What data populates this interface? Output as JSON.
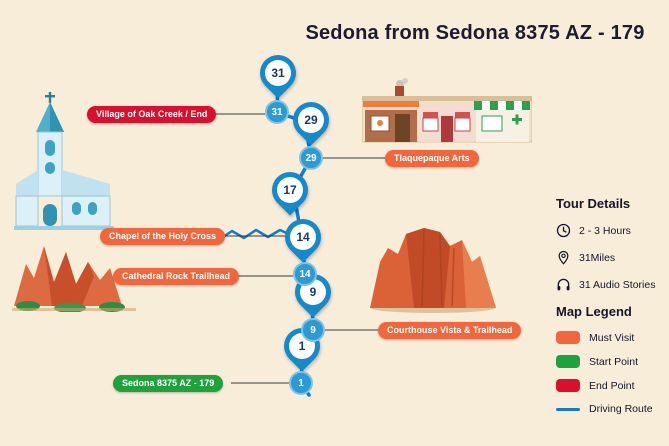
{
  "title": "Sedona from Sedona 8375 AZ - 179",
  "colors": {
    "background": "#f7edd9",
    "must_visit": "#f1663c",
    "start_point": "#1fa13d",
    "end_point": "#d90f2e",
    "driving_route": "#1478d4",
    "pin": "#1489cc"
  },
  "stops": [
    {
      "number": "31",
      "label": "Village of Oak Creek / End",
      "category": "end-point"
    },
    {
      "number": "29",
      "label": "Tlaquepaque Arts",
      "category": "must-visit"
    },
    {
      "number": "17",
      "label": "Chapel of the Holy Cross",
      "category": "must-visit"
    },
    {
      "number": "14",
      "label": "Cathedral Rock Trailhead",
      "category": "must-visit"
    },
    {
      "number": "9",
      "label": "Courthouse Vista & Trailhead",
      "category": "must-visit"
    },
    {
      "number": "1",
      "label": "Sedona 8375 AZ - 179",
      "category": "start-point"
    }
  ],
  "tour_details": {
    "heading": "Tour Details",
    "duration": "2 - 3 Hours",
    "distance": "31Miles",
    "audio": "31 Audio Stories",
    "icons": {
      "duration": "clock-icon",
      "distance": "location-pin-icon",
      "audio": "headphones-icon"
    }
  },
  "map_legend": {
    "heading": "Map Legend",
    "must_visit": "Must Visit",
    "start_point": "Start Point",
    "end_point": "End Point",
    "driving_route": "Driving Route"
  }
}
